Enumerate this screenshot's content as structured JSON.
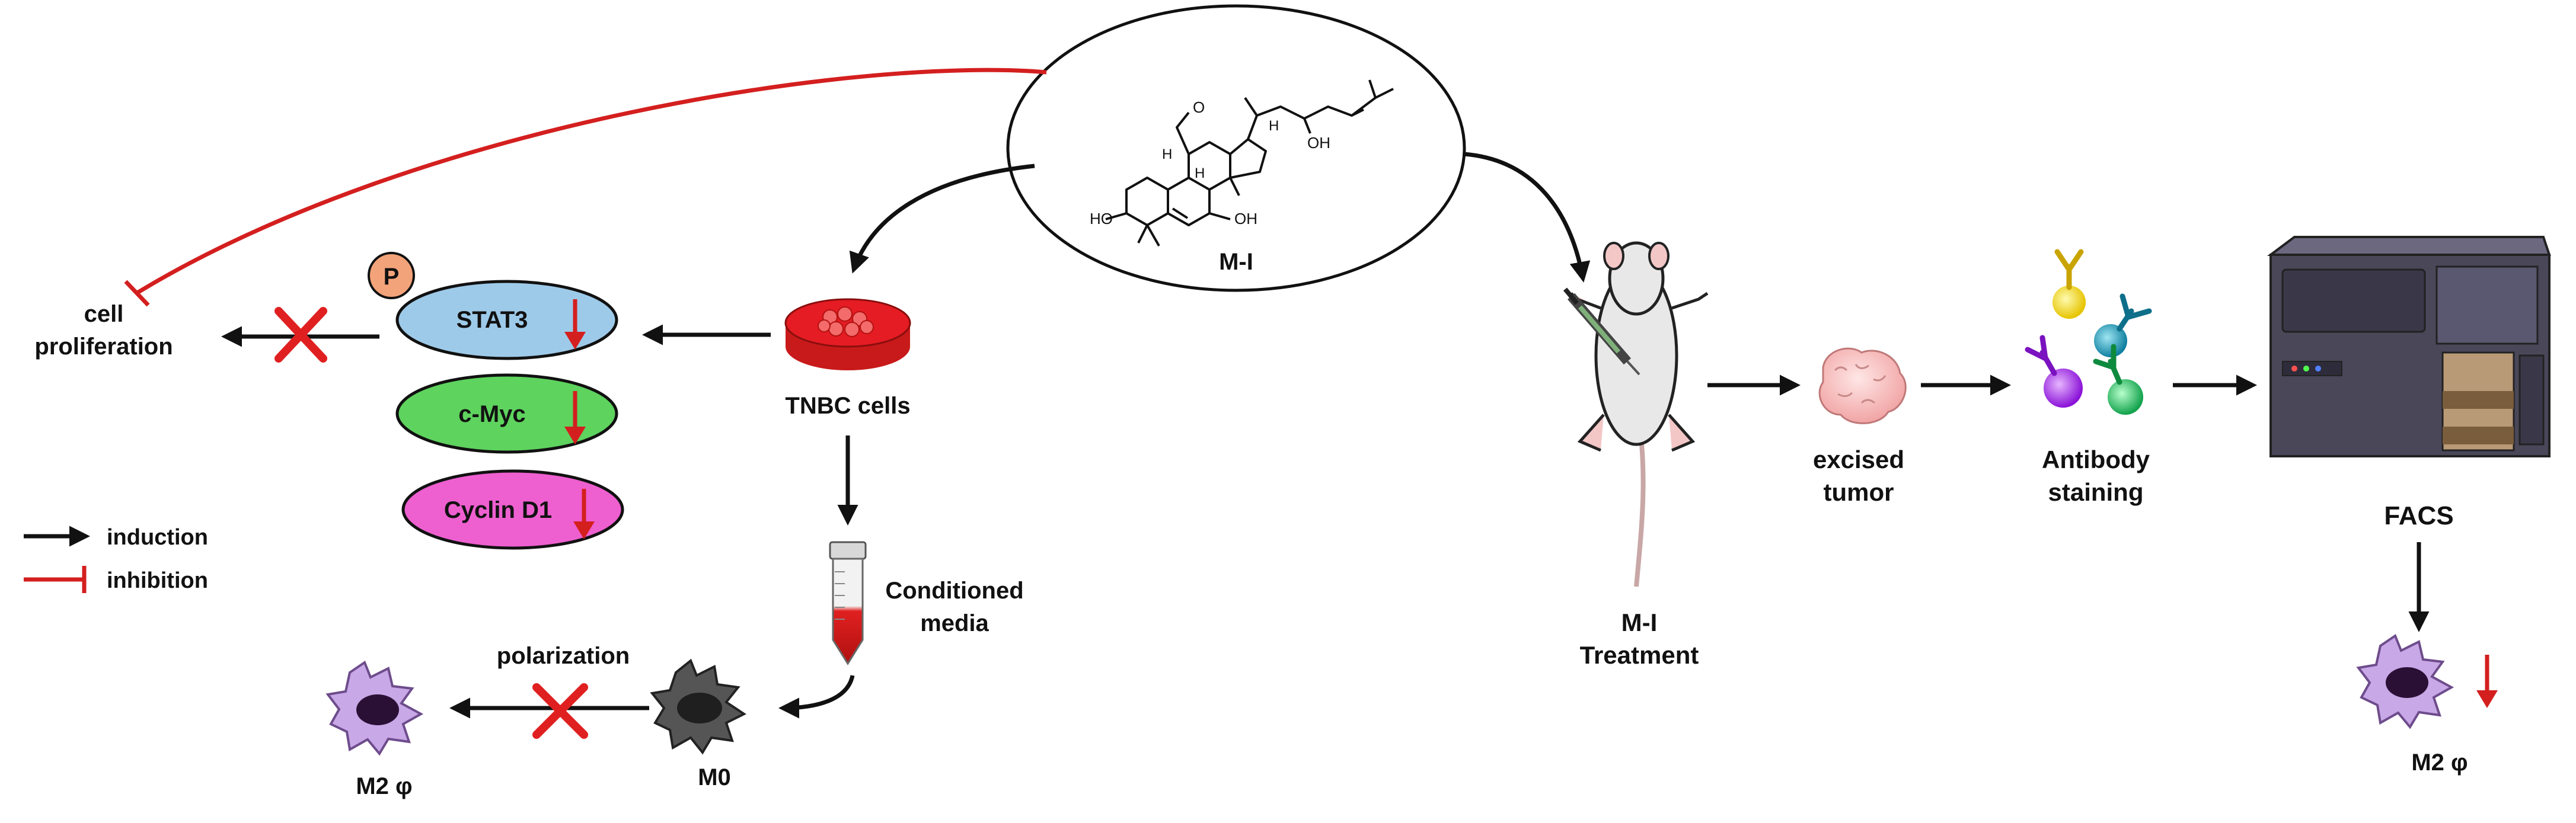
{
  "diagram": {
    "compound": {
      "name": "M-I",
      "atom_labels": {
        "oh_top": "OH",
        "oh_left": "HO",
        "oh_right": "OH",
        "h1": "H",
        "h2": "H",
        "h3": "H",
        "o": "O"
      }
    },
    "left_panel": {
      "cell_line": "TNBC cells",
      "phospho": "P",
      "proteins": [
        {
          "label": "STAT3",
          "trend": "down"
        },
        {
          "label": "c-Myc",
          "trend": "down"
        },
        {
          "label": "Cyclin D1",
          "trend": "down"
        }
      ],
      "outcome_line1": "cell",
      "outcome_line2": "proliferation",
      "conditioned_line1": "Conditioned",
      "conditioned_line2": "media",
      "polarization": "polarization",
      "m0": "M0",
      "m2": "M2 φ"
    },
    "legend": [
      {
        "label": "induction",
        "kind": "arrow"
      },
      {
        "label": "inhibition",
        "kind": "bar"
      }
    ],
    "right_panel": {
      "treatment_line1": "M-I",
      "treatment_line2": "Treatment",
      "tumor_line1": "excised",
      "tumor_line2": "tumor",
      "antibody_line1": "Antibody",
      "antibody_line2": "staining",
      "facs": "FACS",
      "m2": "M2 φ"
    },
    "colors": {
      "stat3": "#9ecae9",
      "cmyc": "#5ed35e",
      "cyclin": "#ee5fd0",
      "phospho": "#f3a37a",
      "inhibit": "#d41f1f",
      "cross": "#e02020",
      "dish": "#e51c23",
      "macrophage_m2": "#c8a8e6",
      "macrophage_m0": "#555555",
      "machine": "#4a4759"
    }
  }
}
